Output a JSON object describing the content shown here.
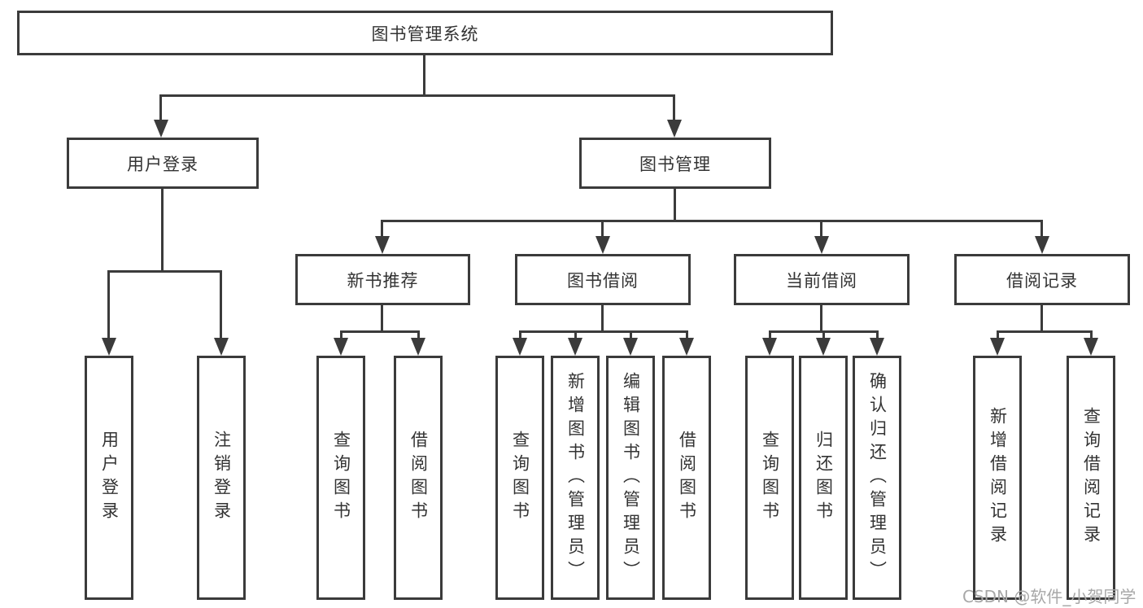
{
  "tree": {
    "root": "图书管理系统",
    "branches": [
      {
        "label": "用户登录",
        "children": [
          {
            "label": "用户登录"
          },
          {
            "label": "注销登录"
          }
        ]
      },
      {
        "label": "图书管理",
        "children": [
          {
            "label": "新书推荐",
            "children": [
              {
                "label": "查询图书"
              },
              {
                "label": "借阅图书"
              }
            ]
          },
          {
            "label": "图书借阅",
            "children": [
              {
                "label": "查询图书"
              },
              {
                "label": "新增图书（管理员）"
              },
              {
                "label": "编辑图书（管理员）"
              },
              {
                "label": "借阅图书"
              }
            ]
          },
          {
            "label": "当前借阅",
            "children": [
              {
                "label": "查询图书"
              },
              {
                "label": "归还图书"
              },
              {
                "label": "确认归还（管理员）"
              }
            ]
          },
          {
            "label": "借阅记录",
            "children": [
              {
                "label": "新增借阅记录"
              },
              {
                "label": "查询借阅记录"
              }
            ]
          }
        ]
      }
    ]
  },
  "watermark": {
    "text": "CSDN @软件_小贺同学"
  },
  "colors": {
    "line": "#3b3b3b",
    "text": "#333333",
    "background": "#ffffff",
    "watermark": "#a8a8a8"
  }
}
